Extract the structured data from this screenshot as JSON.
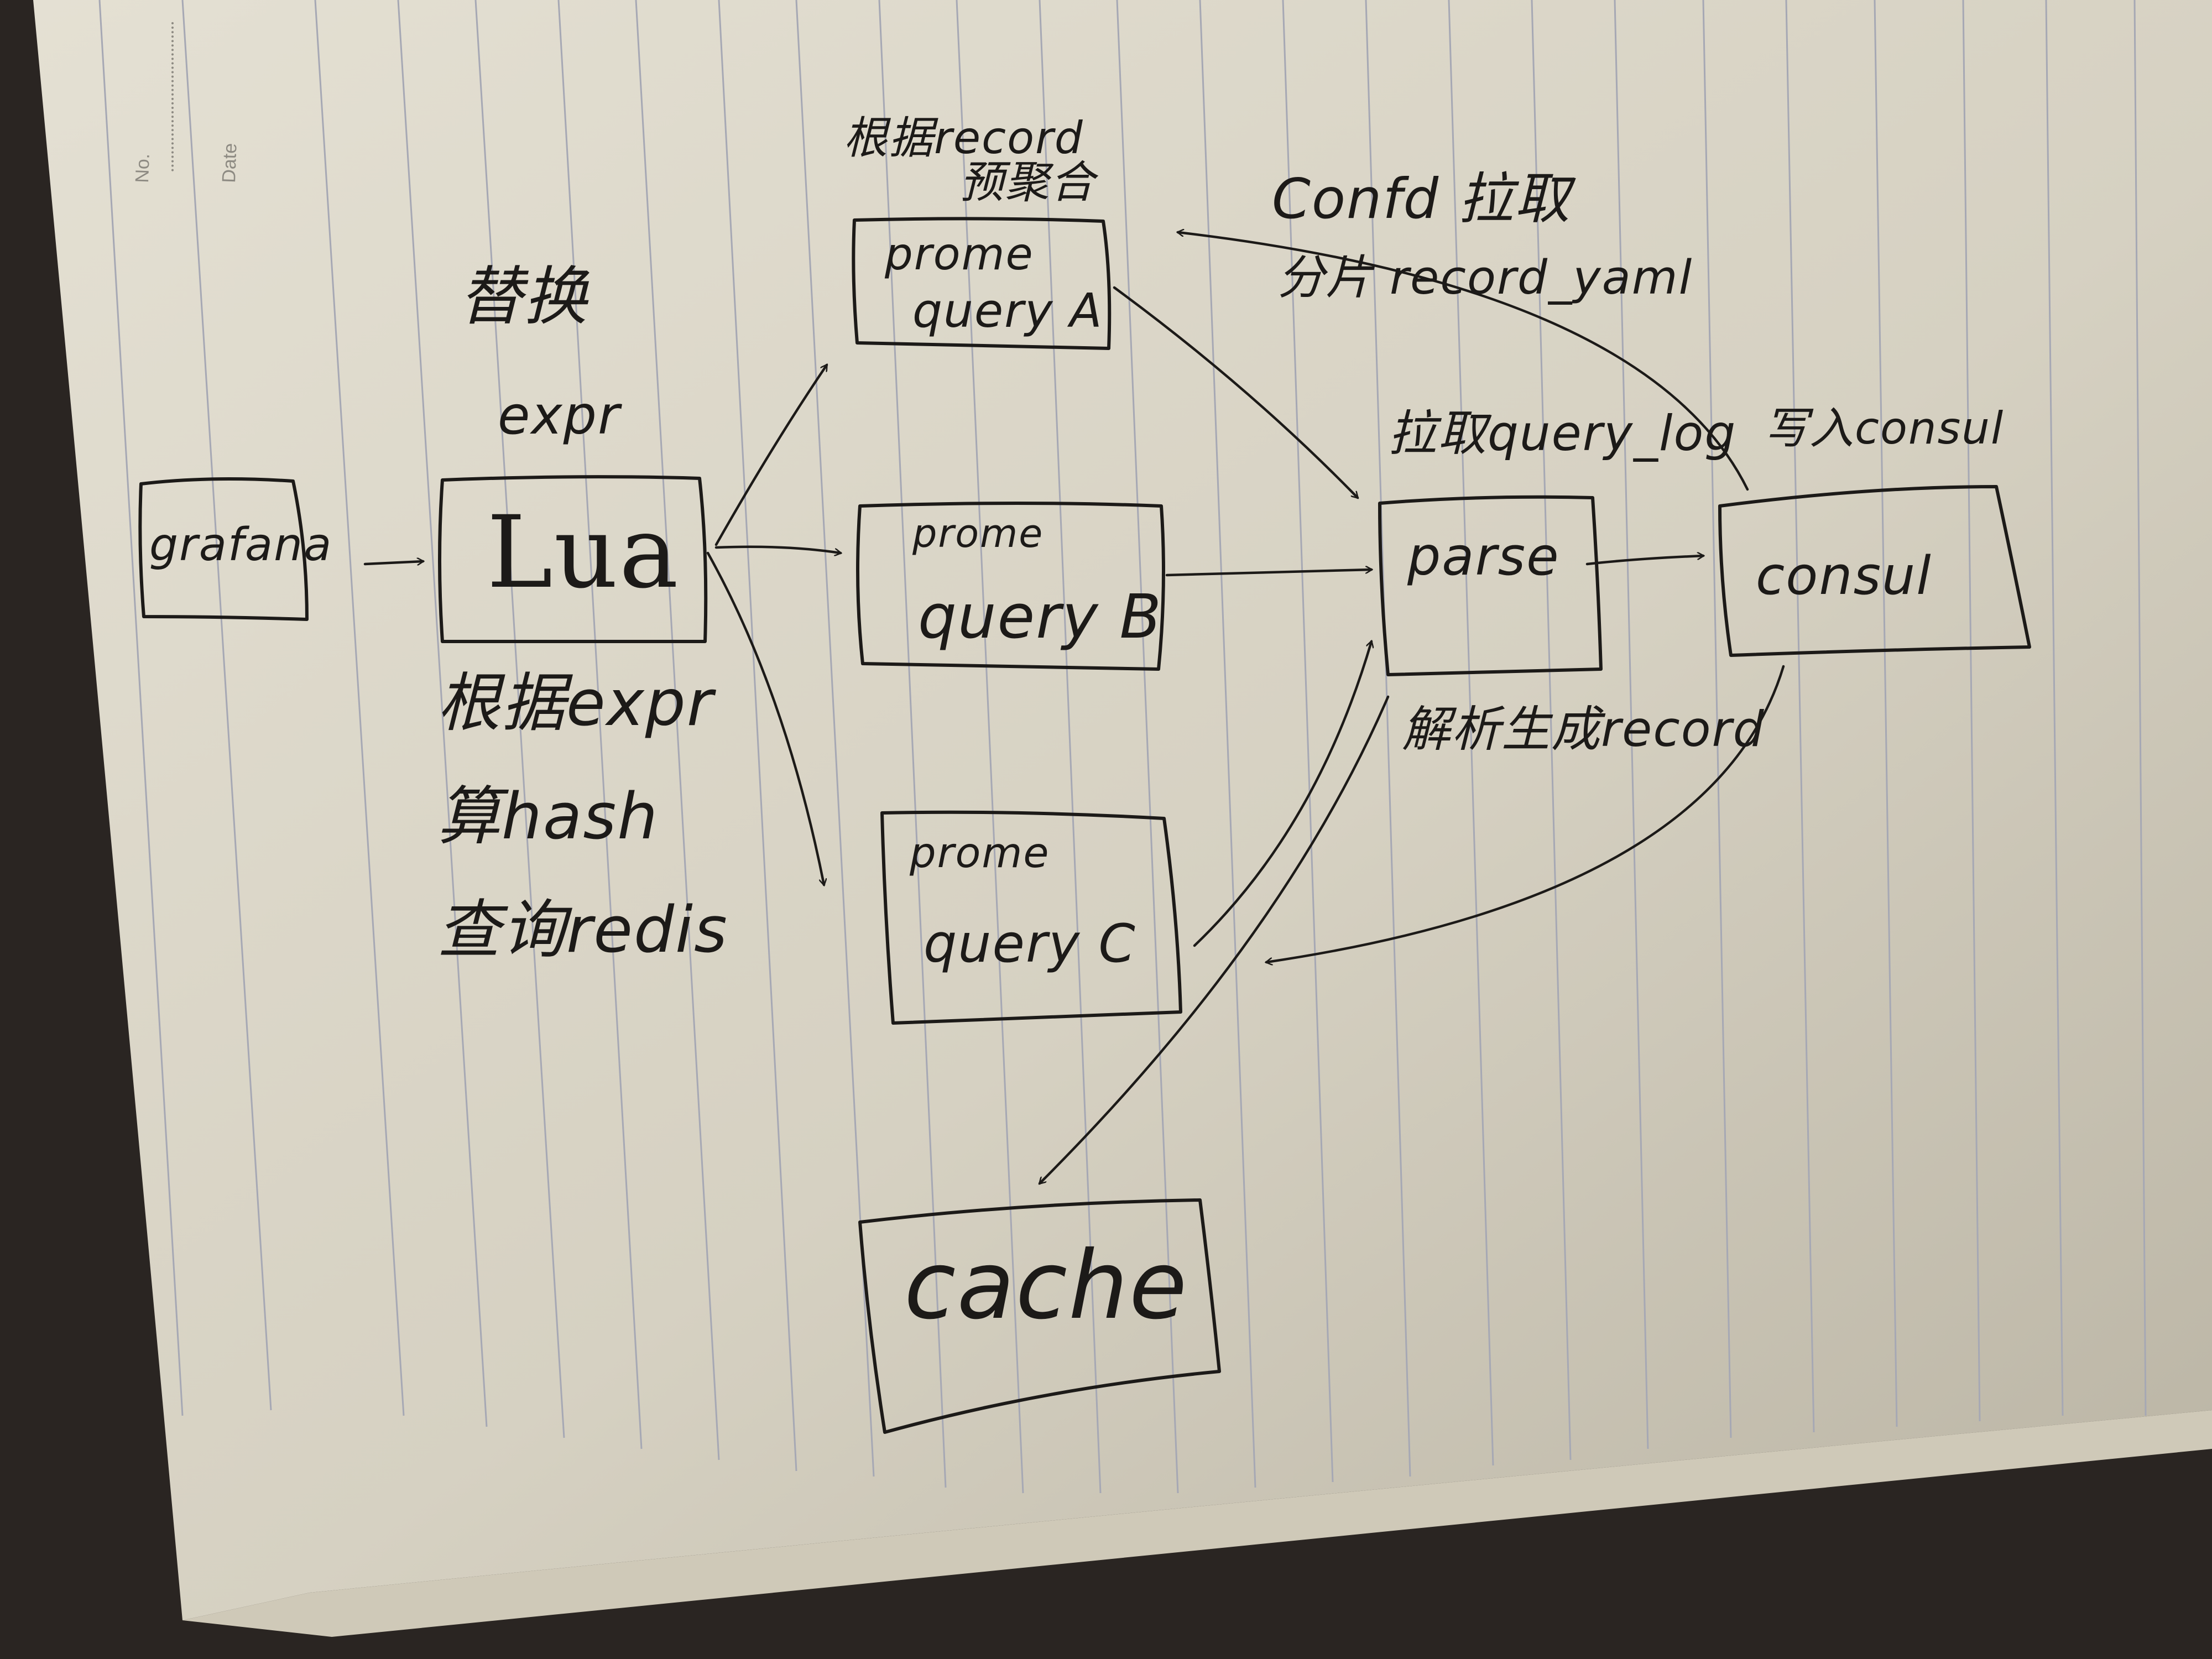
{
  "page": {
    "no_label": "No.",
    "date_label": "Date"
  },
  "nodes": {
    "grafana": "grafana",
    "lua": "Lua",
    "prome_a_line1": "prome",
    "prome_a_line2": "query A",
    "prome_b_line1": "prome",
    "prome_b_line2": "query B",
    "prome_c_line1": "prome",
    "prome_c_line2": "query C",
    "parse": "parse",
    "consul": "consul",
    "cache": "cache"
  },
  "annotations": {
    "replace_expr_line1": "替换",
    "replace_expr_line2": "expr",
    "by_record_line1": "根据record",
    "by_record_line2": "预聚合",
    "confd_line1": "Confd 拉取",
    "confd_line2": "分片 record_yaml",
    "pull_query_log": "拉取query_log",
    "write_consul": "写入consul",
    "parse_generate": "解析生成record",
    "lua_note_line1": "根据expr",
    "lua_note_line2": "算hash",
    "lua_note_line3": "查询redis"
  },
  "colors": {
    "paper": "#d9d4c5",
    "ruling": "#a6a8b4",
    "ink": "#1c1a18",
    "background": "#2a2522"
  }
}
